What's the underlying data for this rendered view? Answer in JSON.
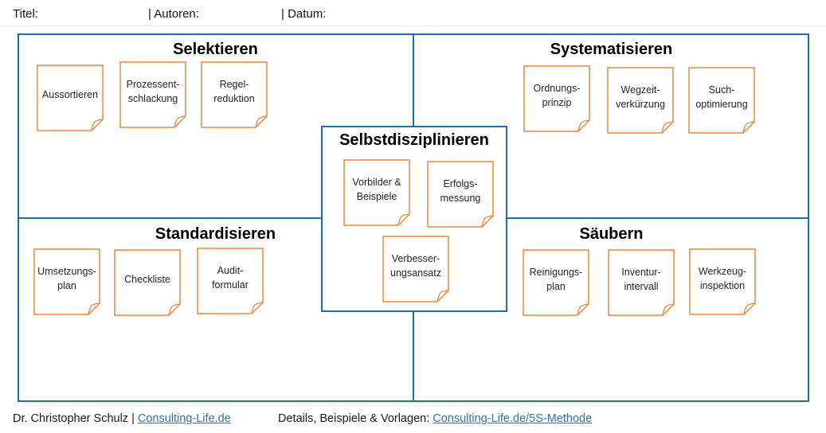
{
  "header": {
    "title_label": "Titel:",
    "authors_label": "| Autoren:",
    "date_label": "| Datum:"
  },
  "colors": {
    "frame_blue": "#1E6FAD",
    "note_orange": "#E8883F",
    "link_blue": "#2E74B5",
    "note_text": "#262626"
  },
  "quadrants": [
    {
      "id": "selektieren",
      "title": "Selektieren",
      "notes": [
        "Aussortieren",
        "Prozessent-\nschlackung",
        "Regel-\nreduktion"
      ]
    },
    {
      "id": "systematisieren",
      "title": "Systematisieren",
      "notes": [
        "Ordnungs-\nprinzip",
        "Wegzeit-\nverkürzung",
        "Such-\noptimierung"
      ]
    },
    {
      "id": "standardisieren",
      "title": "Standardisieren",
      "notes": [
        "Umsetzungs-\nplan",
        "Checkliste",
        "Audit-\nformular"
      ]
    },
    {
      "id": "saeubern",
      "title": "Säubern",
      "notes": [
        "Reinigungs-\nplan",
        "Inventur-\nintervall",
        "Werkzeug-\ninspektion"
      ]
    }
  ],
  "center": {
    "title": "Selbstdisziplinieren",
    "notes": [
      "Vorbilder &\nBeispiele",
      "Erfolgs-\nmessung",
      "Verbesser-\nungsansatz"
    ]
  },
  "footer": {
    "author_text": "Dr. Christopher Schulz | ",
    "author_link": "Consulting-Life.de",
    "details_text": "Details, Beispiele & Vorlagen: ",
    "details_link": "Consulting-Life.de/5S-Methode"
  }
}
